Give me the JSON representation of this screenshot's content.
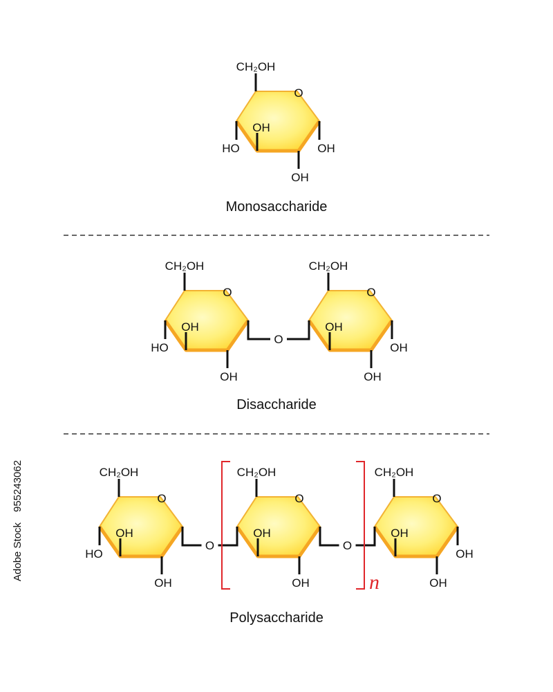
{
  "labels": {
    "ch2oh": "CH₂OH",
    "oh": "OH",
    "ho": "HO",
    "ring_o": "O",
    "link_o": "O",
    "n": "n"
  },
  "sections": {
    "mono": {
      "caption": "Monosaccharide"
    },
    "di": {
      "caption": "Disaccharide"
    },
    "poly": {
      "caption": "Polysaccharide"
    }
  },
  "watermark": {
    "id_text": "955243062",
    "brand": "Adobe Stock"
  },
  "colors": {
    "ring_fill_light": "#fff9a8",
    "ring_fill_dark": "#ffd93a",
    "ring_edge_front": "#f5a623",
    "ring_outline": "#f2b233",
    "bond": "#111111",
    "bracket": "#e0262a",
    "separator": "#333333"
  }
}
